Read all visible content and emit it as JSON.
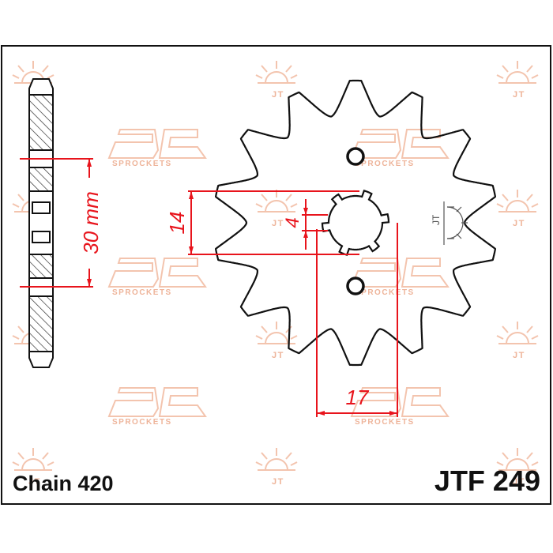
{
  "diagram": {
    "chain_label": "Chain 420",
    "part_number": "JTF 249",
    "dimensions": {
      "pitch_offset": "30 mm",
      "spline_diameter": "14",
      "key_width": "4",
      "spline_width": "17"
    },
    "teeth": 14,
    "watermark_text": "SPROCKETS",
    "colors": {
      "outline": "#111111",
      "dimension": "#e8141c",
      "watermark": "#f3c4ae"
    }
  }
}
